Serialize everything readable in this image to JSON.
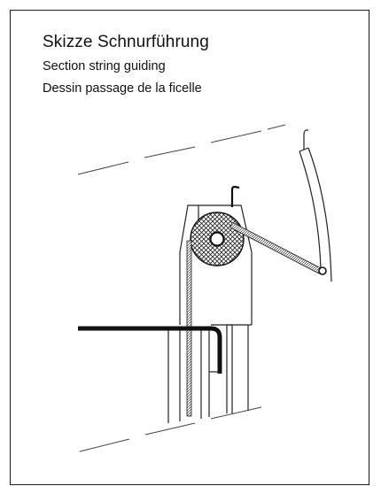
{
  "header": {
    "title": "Skizze Schnurführung",
    "subtitle_en": "Section string guiding",
    "subtitle_fr": "Dessin passage de la ficelle"
  }
}
